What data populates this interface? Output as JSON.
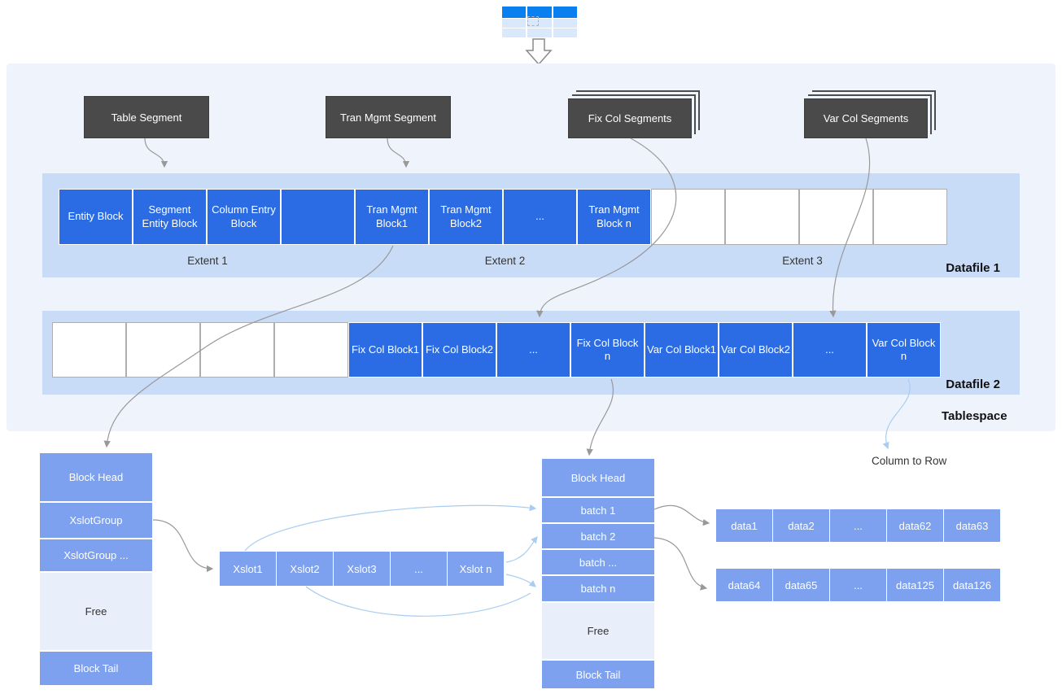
{
  "top_icon": {
    "name": "table-icon"
  },
  "tablespace": {
    "label": "Tablespace",
    "segments": [
      {
        "label": "Table Segment"
      },
      {
        "label": "Tran Mgmt Segment"
      },
      {
        "label": "Fix Col Segments"
      },
      {
        "label": "Var Col Segments"
      }
    ],
    "datafile1": {
      "label": "Datafile 1",
      "extents": [
        "Extent 1",
        "Extent 2",
        "Extent 3"
      ],
      "blocks": [
        {
          "label": "Entity Block",
          "type": "blue"
        },
        {
          "label": "Segment Entity Block",
          "type": "blue"
        },
        {
          "label": "Column Entry Block",
          "type": "blue"
        },
        {
          "label": "",
          "type": "blue"
        },
        {
          "label": "Tran Mgmt Block1",
          "type": "blue"
        },
        {
          "label": "Tran Mgmt Block2",
          "type": "blue"
        },
        {
          "label": "...",
          "type": "blue"
        },
        {
          "label": "Tran Mgmt Block n",
          "type": "blue"
        },
        {
          "label": "",
          "type": "white"
        },
        {
          "label": "",
          "type": "white"
        },
        {
          "label": "",
          "type": "white"
        },
        {
          "label": "",
          "type": "white"
        }
      ]
    },
    "datafile2": {
      "label": "Datafile 2",
      "blocks": [
        {
          "label": "",
          "type": "white"
        },
        {
          "label": "",
          "type": "white"
        },
        {
          "label": "",
          "type": "white"
        },
        {
          "label": "",
          "type": "white"
        },
        {
          "label": "Fix Col Block1",
          "type": "blue"
        },
        {
          "label": "Fix Col Block2",
          "type": "blue"
        },
        {
          "label": "...",
          "type": "blue"
        },
        {
          "label": "Fix Col Block n",
          "type": "blue"
        },
        {
          "label": "Var Col Block1",
          "type": "blue"
        },
        {
          "label": "Var Col Block2",
          "type": "blue"
        },
        {
          "label": "...",
          "type": "blue"
        },
        {
          "label": "Var Col Block n",
          "type": "blue"
        }
      ]
    }
  },
  "column_to_row": {
    "label": "Column to Row"
  },
  "block_detail_left": {
    "cells": [
      {
        "label": "Block Head"
      },
      {
        "label": "XslotGroup"
      },
      {
        "label": "XslotGroup ..."
      },
      {
        "label": "Free"
      },
      {
        "label": "Block Tail"
      }
    ]
  },
  "xslot_row": {
    "cells": [
      {
        "label": "Xslot1"
      },
      {
        "label": "Xslot2"
      },
      {
        "label": "Xslot3"
      },
      {
        "label": "..."
      },
      {
        "label": "Xslot n"
      }
    ]
  },
  "block_detail_center": {
    "cells": [
      {
        "label": "Block Head"
      },
      {
        "label": "batch 1"
      },
      {
        "label": "batch 2"
      },
      {
        "label": "batch ..."
      },
      {
        "label": "batch n"
      },
      {
        "label": "Free"
      },
      {
        "label": "Block Tail"
      }
    ]
  },
  "data_row_1": {
    "cells": [
      {
        "label": "data1"
      },
      {
        "label": "data2"
      },
      {
        "label": "..."
      },
      {
        "label": "data62"
      },
      {
        "label": "data63"
      }
    ]
  },
  "data_row_2": {
    "cells": [
      {
        "label": "data64"
      },
      {
        "label": "data65"
      },
      {
        "label": "..."
      },
      {
        "label": "data125"
      },
      {
        "label": "data126"
      }
    ]
  },
  "colors": {
    "block_blue": "#2b6ce4",
    "bar_light_blue": "#c9dcf7",
    "tablespace_bg": "#eff4fc",
    "cell_medium_blue": "#7da1ee",
    "free_bg": "#e9eefb",
    "segment_dark": "#4a4a4a",
    "arrow_gray": "#999999",
    "arrow_light_blue": "#a8ccf2",
    "icon_header_blue": "#0a80f0",
    "icon_cell_blue": "#d9e8fb"
  }
}
